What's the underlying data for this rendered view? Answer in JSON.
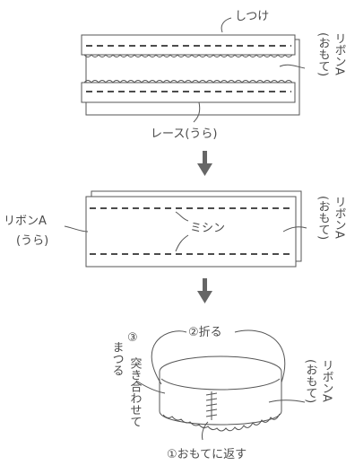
{
  "step1": {
    "label_basting": "しつけ",
    "label_lace_back": "レース(うら)",
    "label_ribbon_a_front": "リボンA",
    "label_ribbon_a_front_paren": "(おもて)"
  },
  "step2": {
    "label_ribbon_a_back": "リボンA",
    "label_ribbon_a_back_paren": "(うら)",
    "label_machine": "ミシン",
    "label_ribbon_a_front": "リボンA",
    "label_ribbon_a_front_paren": "(おもて)"
  },
  "step3": {
    "label_fold": "②折る",
    "label_blind_stitch_num": "③",
    "label_blind_stitch": "突き合わせて",
    "label_blind_stitch_2": "まつる",
    "label_turn_out": "①おもてに返す",
    "label_ribbon_a_front": "リボンA",
    "label_ribbon_a_front_paren": "(おもて)"
  }
}
